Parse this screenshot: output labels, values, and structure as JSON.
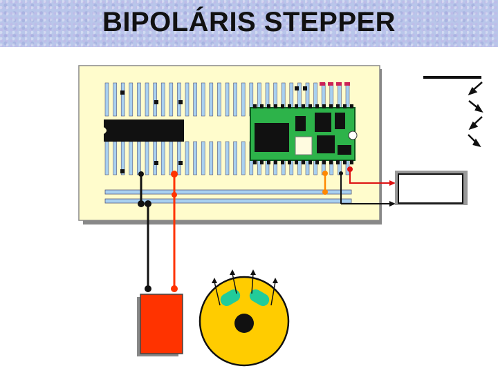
{
  "slide": {
    "title": "BIPOLÁRIS STEPPER"
  },
  "colors": {
    "title_bg": "#b9c6ea",
    "breadboard": "#fffccc",
    "arduino_board": "#2db34a",
    "power_wire": "#ff3300",
    "ground_wire": "#111111",
    "power_supply": "#ff3300",
    "motor_body": "#ffcc00",
    "motor_coil": "#22cc99",
    "signal_wire": "#ff8800",
    "rail": "#a8d0f0"
  },
  "components": {
    "breadboard": "breadboard",
    "microcontroller": "arduino-nano",
    "ic": "driver-ic",
    "power_supply": "power-supply",
    "stepper": "bipolar-stepper-motor",
    "display": "display-box",
    "pushbuttons": "button-icons"
  }
}
